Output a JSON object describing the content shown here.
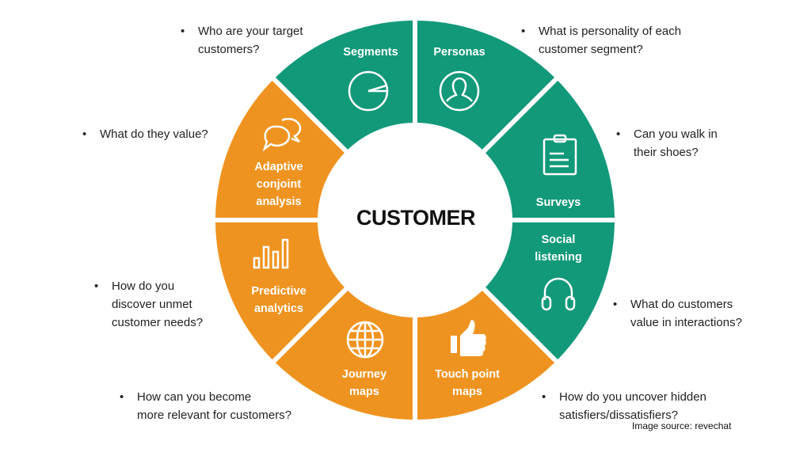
{
  "center_label": "CUSTOMER",
  "colors": {
    "green": "#12997a",
    "orange": "#ef9320"
  },
  "segments": [
    {
      "label": "Segments",
      "color": "green",
      "icon": "pie-chart-icon"
    },
    {
      "label": "Personas",
      "color": "green",
      "icon": "person-icon"
    },
    {
      "label": "Surveys",
      "color": "green",
      "icon": "clipboard-icon"
    },
    {
      "label": "Social\nlistening",
      "color": "orange",
      "icon": "headphones-icon"
    },
    {
      "label": "Touch point\nmaps",
      "color": "orange",
      "icon": "thumbs-up-icon"
    },
    {
      "label": "Journey\nmaps",
      "color": "orange",
      "icon": "globe-icon"
    },
    {
      "label": "Predictive\nanalytics",
      "color": "orange",
      "icon": "bar-chart-icon"
    },
    {
      "label": "Adaptive\nconjoint\nanalysis",
      "color": "green",
      "icon": "chat-bubbles-icon"
    }
  ],
  "questions": [
    "Who are your target\ncustomers?",
    "What is personality of each\ncustomer segment?",
    "Can you walk in\ntheir shoes?",
    "What do customers\nvalue in interactions?",
    "How do you uncover hidden\nsatisfiers/dissatisfiers?",
    "How can you become\nmore relevant for customers?",
    "How do you\ndiscover unmet\ncustomer needs?",
    "What do they value?"
  ],
  "source": "Image source: revechat"
}
